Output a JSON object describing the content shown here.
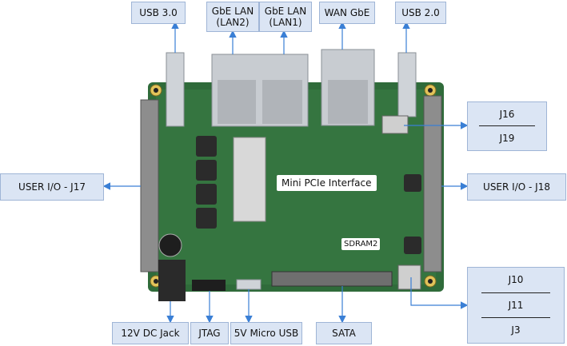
{
  "callouts": {
    "usb3": "USB 3.0",
    "gbe_lan2": "GbE LAN\n(LAN2)",
    "gbe_lan1": "GbE LAN\n(LAN1)",
    "wan_gbe": "WAN GbE",
    "usb2": "USB 2.0",
    "j16": "J16",
    "j19": "J19",
    "user_io_j17": "USER I/O - J17",
    "user_io_j18": "USER I/O - J18",
    "j10": "J10",
    "j11": "J11",
    "j3": "J3",
    "dc_jack": "12V DC Jack",
    "jtag": "JTAG",
    "micro_usb": "5V Micro USB",
    "sata": "SATA"
  },
  "board_labels": {
    "mini_pcie": "Mini PCIe Interface",
    "sdram": "SDRAM2"
  },
  "colors": {
    "arrow": "#3a7fd5",
    "callout_fill": "#dbe5f4",
    "pcb": "#2f6b3a"
  }
}
